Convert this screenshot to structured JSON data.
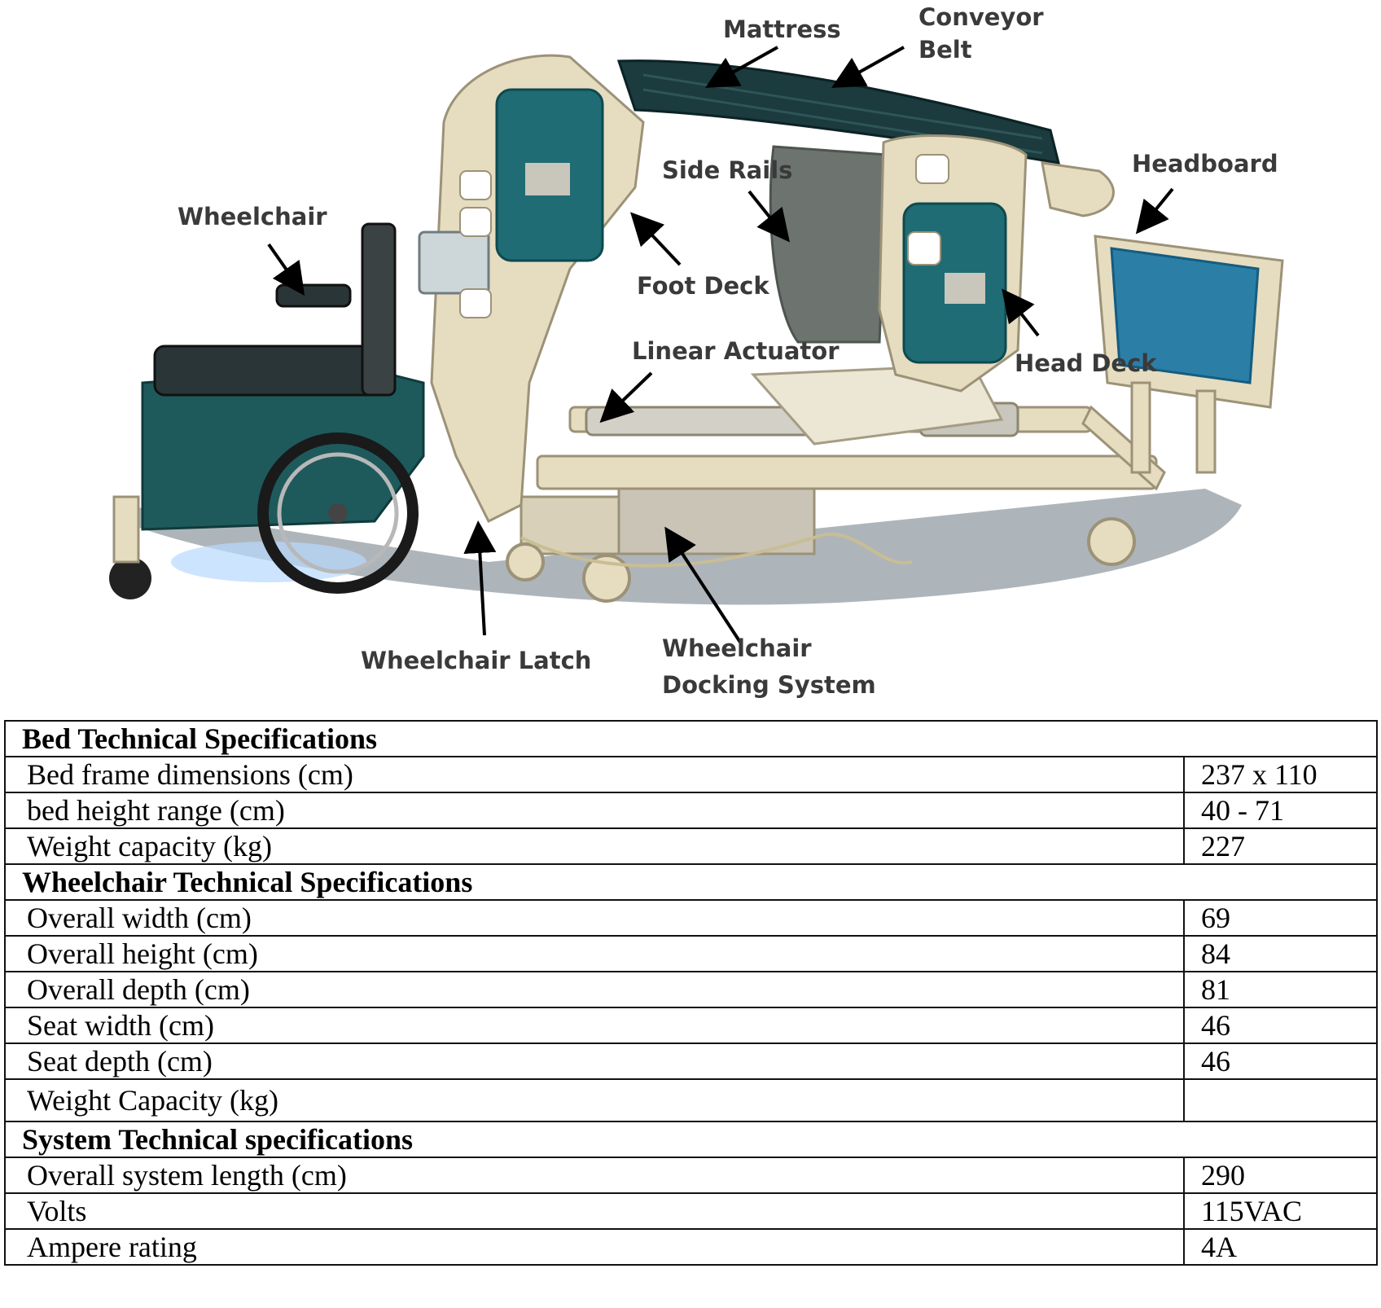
{
  "figure": {
    "callouts": {
      "mattress": "Mattress",
      "conveyor_belt_line1": "Conveyor",
      "conveyor_belt_line2": "Belt",
      "headboard": "Headboard",
      "side_rails": "Side Rails",
      "wheelchair": "Wheelchair",
      "foot_deck": "Foot Deck",
      "linear_actuator": "Linear Actuator",
      "head_deck": "Head Deck",
      "wheelchair_latch": "Wheelchair Latch",
      "docking_line1": "Wheelchair",
      "docking_line2": "Docking System"
    },
    "colors": {
      "frame": "#e6dcc0",
      "frame_shadow": "#b9ad8e",
      "panel_teal": "#1f6c74",
      "mattress": "#1b3b3e",
      "headboard_panel": "#2b7fa6",
      "wheelchair_body": "#1e5a5c",
      "floor": "#9aa3a8"
    }
  },
  "table": {
    "sections": [
      {
        "title": "Bed Technical Specifications",
        "rows": [
          {
            "label": "Bed frame dimensions (cm)",
            "value": "237 x 110"
          },
          {
            "label": "bed height range (cm)",
            "value": "40 - 71"
          },
          {
            "label": "Weight capacity (kg)",
            "value": "227"
          }
        ]
      },
      {
        "title": "Wheelchair Technical Specifications",
        "rows": [
          {
            "label": "Overall width (cm)",
            "value": "69"
          },
          {
            "label": "Overall height (cm)",
            "value": "84"
          },
          {
            "label": "Overall depth (cm)",
            "value": "81"
          },
          {
            "label": "Seat width (cm)",
            "value": "46"
          },
          {
            "label": "Seat depth (cm)",
            "value": "46"
          },
          {
            "label": "Weight Capacity (kg)",
            "value": ""
          }
        ]
      },
      {
        "title": "System Technical specifications",
        "rows": [
          {
            "label": "Overall system length (cm)",
            "value": "290"
          },
          {
            "label": "Volts",
            "value": "115VAC"
          },
          {
            "label": "Ampere rating",
            "value": "4A"
          }
        ]
      }
    ]
  }
}
